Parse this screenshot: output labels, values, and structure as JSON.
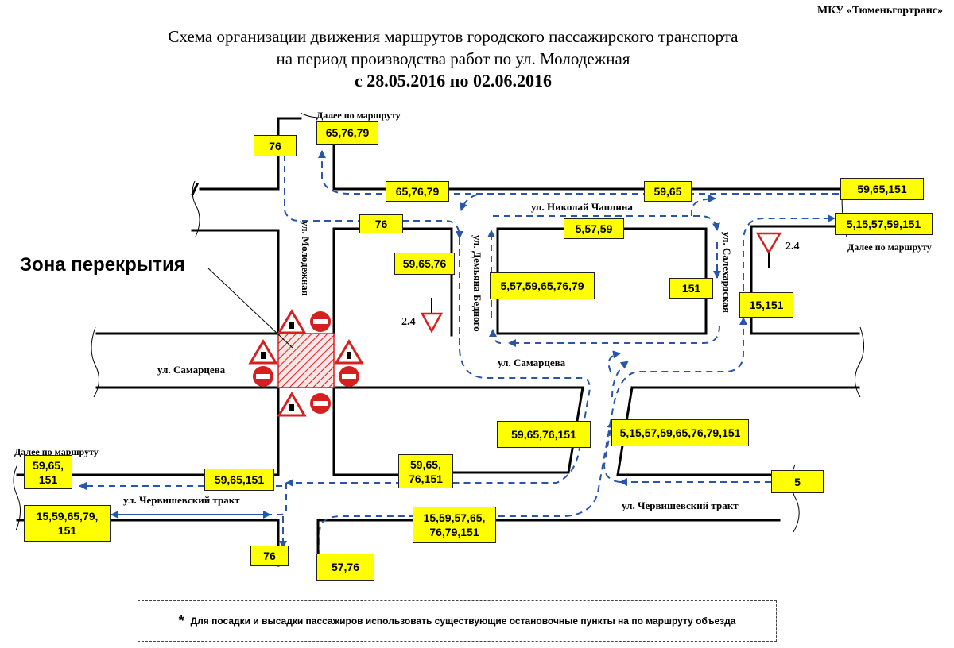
{
  "header": {
    "org": "МКУ «Тюменьгортранс»",
    "title_line1": "Схема организации движения маршрутов городского пассажирского транспорта",
    "title_line2": "на период производства работ по  ул. Молодежная",
    "title_line3": "с 28.05.2016 по 02.06.2016"
  },
  "zone_label": "Зона перекрытия",
  "streets": {
    "molodezhnaya": "ул. Молодежная",
    "samartseva_left": "ул. Самарцева",
    "samartseva_right": "ул. Самарцева",
    "chaplina": "ул. Николай Чаплина",
    "demyana_bednogo": "ул. Демьяна Бедного",
    "salekhardskaya": "ул. Салехардская",
    "chervishevsky_left": "ул. Червишевский тракт",
    "chervishevsky_right": "ул. Червишевский тракт"
  },
  "further": {
    "top": "Далее по маршруту",
    "right": "Далее по маршруту",
    "left": "Далее по маршруту"
  },
  "signs": {
    "sign_left": "2.4",
    "sign_right": "2.4"
  },
  "routes": {
    "r_76_top": "76",
    "r_657679_top": "65,76,79",
    "r_657679_mid": "65,76,79",
    "r_5965_top": "59,65",
    "r_5965151_top": "59,65,151",
    "r_76_mid": "76",
    "r_55759": "5,57,59",
    "r_5151557": "5,15,57,59,151",
    "r_596576": "59,65,76",
    "r_5575965": "5,57,59,65,76,79",
    "r_151": "151",
    "r_15151": "15,151",
    "r_59657615": "59,65,76,151",
    "r_51557all": "5,15,57,59,65,76,79,151",
    "r_5965_151_left": "59,65,\n151",
    "r_5965151_mid": "59,65,151",
    "r_5965_76151": "59,65,\n76,151",
    "r_5": "5",
    "r_15596579": "15,59,65,79,\n151",
    "r_1559576579": "15,59,57,65,\n76,79,151",
    "r_76_bottom": "76",
    "r_5776": "57,76"
  },
  "footnote": {
    "star": "*",
    "text": "Для посадки и высадки пассажиров использовать существующие остановочные пункты на по маршруту объезда"
  },
  "colors": {
    "route_box": "#ffff00",
    "arrow": "#2a56a8",
    "road": "#000000",
    "closure": "#d62020"
  }
}
